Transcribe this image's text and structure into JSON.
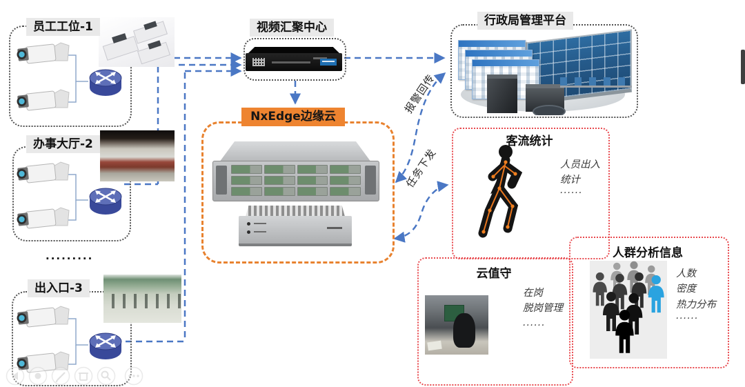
{
  "colors": {
    "accent_blue": "#4a77c4",
    "accent_orange": "#ee8430",
    "accent_red": "#e8484d",
    "badge_bg": "#e9e9e9"
  },
  "groups": [
    {
      "label": "员工工位-1"
    },
    {
      "label": "办事大厅-2"
    },
    {
      "label": "出入口-3"
    }
  ],
  "group_ellipsis": ".........",
  "video_center": {
    "label": "视频汇聚中心"
  },
  "edge_cloud": {
    "label": "NxEdge边缘云"
  },
  "admin_platform": {
    "label": "行政局管理平台"
  },
  "flows": {
    "alarm": "报警回传",
    "task": "任务下发"
  },
  "panels": {
    "passenger": {
      "title": "客流统计",
      "note_lines": [
        "人员出入",
        "统计"
      ],
      "ellipsis": "......"
    },
    "duty": {
      "title": "云值守",
      "note_lines": [
        "在岗",
        "脱岗管理"
      ],
      "ellipsis": "......"
    },
    "crowd": {
      "title": "人群分析信息",
      "note_lines": [
        "人数",
        "密度",
        "热力分布"
      ],
      "ellipsis": "......"
    }
  },
  "icons": {
    "diagram": [
      "camera-icon",
      "router-icon",
      "runner-icon",
      "crowd-icon"
    ],
    "toolbar": [
      "back-icon",
      "record-icon",
      "edit-icon",
      "delete-icon",
      "search-icon",
      "more-icon"
    ]
  }
}
